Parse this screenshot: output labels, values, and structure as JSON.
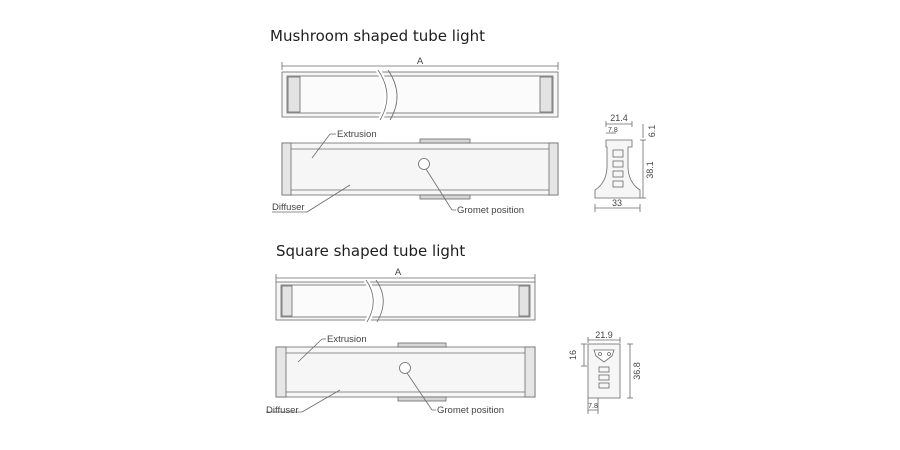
{
  "sections": [
    {
      "title": "Mushroom shaped tube light",
      "dim_a": "A",
      "extrusion_label": "Extrusion",
      "diffuser_label": "Diffuser",
      "gromet_label": "Gromet position",
      "profile": {
        "top_width": "21.4",
        "inner_width": "7.8",
        "top_height": "6.1",
        "body_height": "38.1",
        "bottom_width": "33"
      }
    },
    {
      "title": "Square shaped tube light",
      "dim_a": "A",
      "extrusion_label": "Extrusion",
      "diffuser_label": "Diffuser",
      "gromet_label": "Gromet position",
      "profile": {
        "top_width": "21.9",
        "top_height": "16",
        "body_height": "36.8",
        "bottom_width": "7.8"
      }
    }
  ],
  "colors": {
    "line": "#6a6a6a",
    "fill": "#f5f5f5",
    "text": "#444444"
  }
}
